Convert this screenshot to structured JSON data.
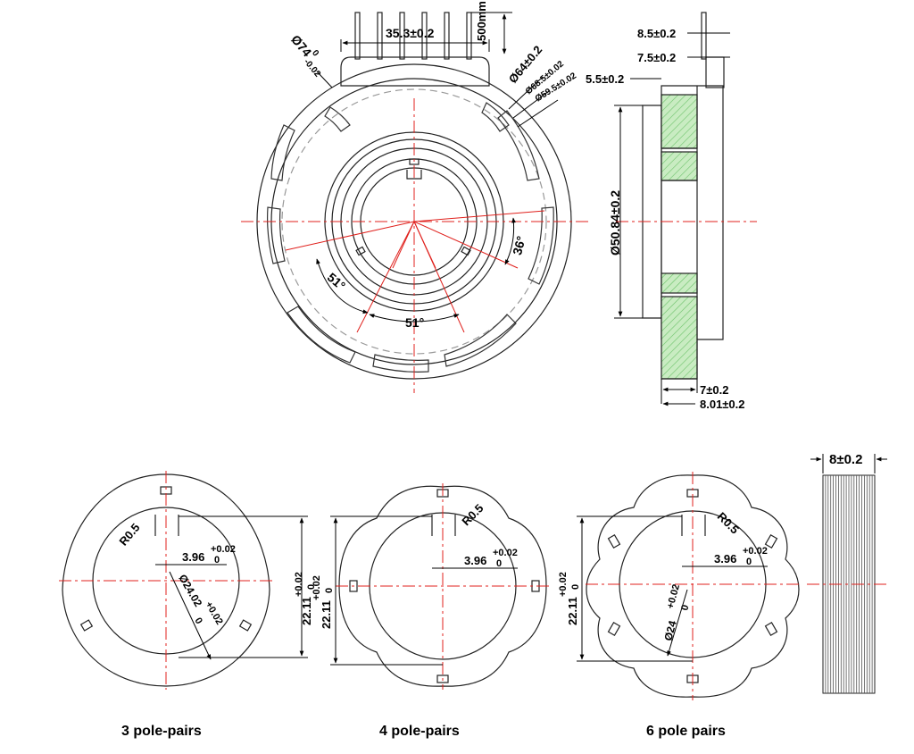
{
  "top_view": {
    "dims": {
      "width_pins": "35.3±0.2",
      "cable": "500mm",
      "outer_dia": "Ø74",
      "outer_dia_tol_upper": "0",
      "outer_dia_tol_lower": "-0.02",
      "d64": "Ø64±0.2",
      "d68": "Ø68.5±0.02",
      "d59": "Ø59.5±0.02",
      "angle_36": "36°",
      "angle_51_left": "51°",
      "angle_51_bottom": "51°"
    }
  },
  "side_view": {
    "dims": {
      "d1": "8.5±0.2",
      "d2": "7.5±0.2",
      "d3": "5.5±0.2",
      "dia": "Ø50.84±0.2",
      "d4": "7±0.2",
      "d5": "8.01±0.2"
    },
    "colors": {
      "hatch": "#8fd18a"
    }
  },
  "rotors": [
    {
      "caption": "3 pole-pairs",
      "r": "R0.5",
      "offset": "3.96",
      "offset_tol_upper": "+0.02",
      "offset_tol_lower": "0",
      "dia": "Ø24.02",
      "dia_tol_upper": "+0.02",
      "dia_tol_lower": "0",
      "height": "22.11",
      "height_tol_upper": "+0.02",
      "height_tol_lower": "0"
    },
    {
      "caption": "4 pole-pairs",
      "r": "R0.5",
      "offset": "3.96",
      "offset_tol_upper": "+0.02",
      "offset_tol_lower": "0",
      "height": "22.11",
      "height_tol_upper": "+0.02",
      "height_tol_lower": "0"
    },
    {
      "caption": "6 pole pairs",
      "r": "R0.5",
      "offset": "3.96",
      "offset_tol_upper": "+0.02",
      "offset_tol_lower": "0",
      "dia": "Ø24",
      "dia_tol_upper": "+0.02",
      "dia_tol_lower": "0",
      "height": "22.11",
      "height_tol_upper": "+0.02",
      "height_tol_lower": "0"
    }
  ],
  "stack_view": {
    "thickness": "8±0.2"
  },
  "colors": {
    "centerline": "#e0201c",
    "outline": "#222222"
  }
}
